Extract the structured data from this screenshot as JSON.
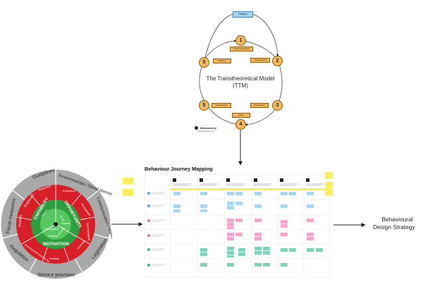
{
  "ttm": {
    "title_line1": "The Transtheoretical Model",
    "title_line2": "(TTM)",
    "relapse": "Relapse",
    "stages": [
      {
        "num": "1",
        "label": "Precontemplation"
      },
      {
        "num": "2",
        "label": "Contemplation"
      },
      {
        "num": "3",
        "label": "Preparation"
      },
      {
        "num": "4",
        "label": "Action"
      },
      {
        "num": "5",
        "label": "Maintenance"
      },
      {
        "num": "5",
        "label": "Relapse"
      }
    ],
    "logo": "Behaviourly",
    "logo_url": "www.behaviourly.com"
  },
  "wheel": {
    "policy_labels": [
      "Guidelines",
      "Environmental / Social planning",
      "Communication / Marketing",
      "Legislation",
      "Service provision",
      "Regulation",
      "Fiscal measures"
    ],
    "intervention_labels": [
      "Education",
      "Persuasion",
      "Incentivisation",
      "Coercion",
      "Training",
      "Restriction",
      "Environmental restructuring",
      "Modelling",
      "Enablement"
    ],
    "sources": [
      "CAPABILITY",
      "OPPORTUNITY",
      "MOTIVATION"
    ],
    "inner_labels": [
      "Physical",
      "Psychological",
      "Physical",
      "Social",
      "Reflective",
      "Automatic"
    ]
  },
  "journey": {
    "title": "Behaviour Journey Mapping",
    "stage_icons": [
      "1",
      "2",
      "3",
      "4",
      "5",
      "6"
    ]
  },
  "output_label_line1": "Behavioural",
  "output_label_line2": "Design Strategy",
  "colors": {
    "ttm_orange": "#f6b75a",
    "relapse_blue": "#a8d4f2",
    "wheel_red": "#d81e27",
    "wheel_dark_red": "#9e1117",
    "wheel_green": "#3cb54a",
    "wheel_dark_green": "#1f8d35",
    "wheel_grey": "#a6a6a6",
    "sticky_yellow": "#f8ef5b",
    "card_blue": "#a9d6f3",
    "card_pink": "#f3a6c9",
    "card_teal": "#7fd3b8"
  }
}
